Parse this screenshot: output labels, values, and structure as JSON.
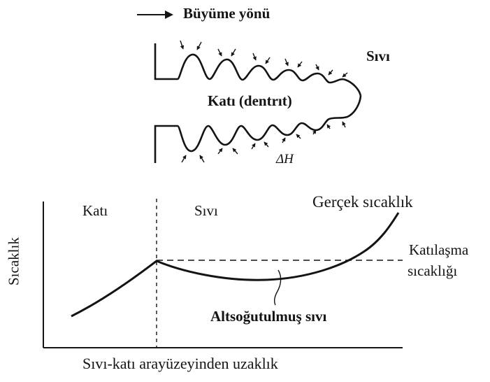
{
  "diagram": {
    "growth_direction_label": "Büyüme yönü",
    "liquid_top_label": "Sıvı",
    "dendrite_label": "Katı (dentrıt)",
    "latent_heat_label": "ΔH",
    "region_solid_label": "Katı",
    "region_liquid_label": "Sıvı",
    "actual_temperature_label": "Gerçek sıcaklık",
    "freezing_temp_line1": "Katılaşma",
    "freezing_temp_line2": "sıcaklığı",
    "undercooled_liquid_label": "Altsoğutulmuş sıvı",
    "y_axis_label": "Sıcaklık",
    "x_axis_label": "Sıvı-katı arayüzeyinden uzaklık"
  },
  "colors": {
    "ink": "#141414",
    "background": "#ffffff"
  }
}
